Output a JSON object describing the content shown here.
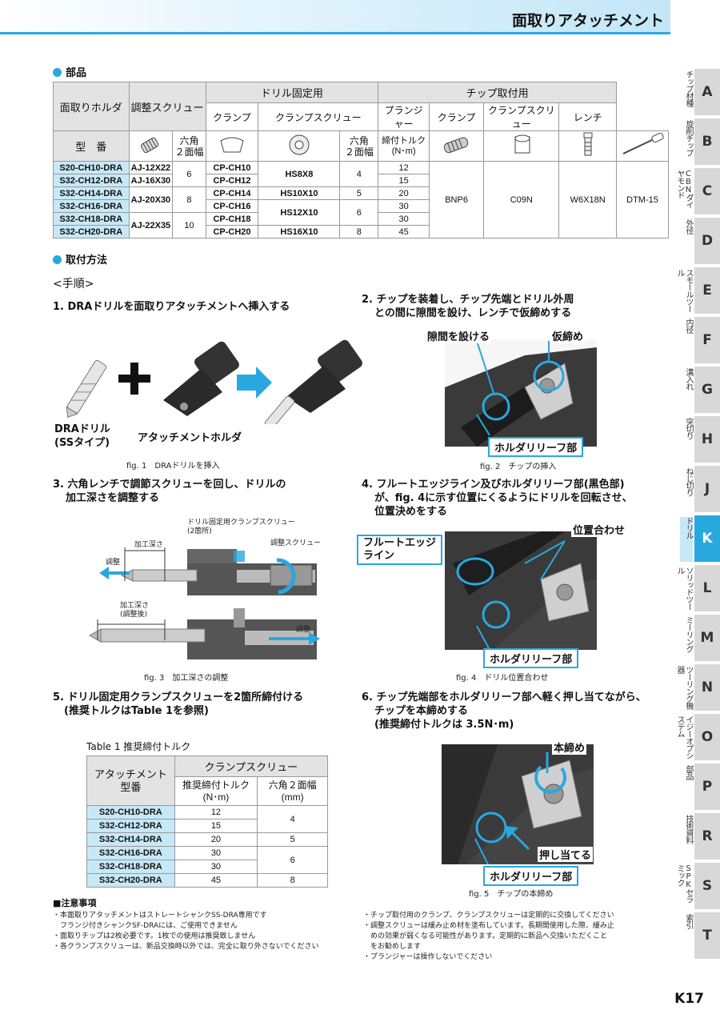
{
  "header": {
    "title": "面取りアタッチメント"
  },
  "side_tabs": [
    {
      "label": "チップ材種",
      "letter": "A"
    },
    {
      "label": "旋削チップ",
      "letter": "B"
    },
    {
      "label": "CBNダイヤモンド",
      "letter": "C"
    },
    {
      "label": "外径",
      "letter": "D"
    },
    {
      "label": "スモールツール",
      "letter": "E"
    },
    {
      "label": "内径",
      "letter": "F"
    },
    {
      "label": "溝入れ",
      "letter": "G"
    },
    {
      "label": "突切り",
      "letter": "H"
    },
    {
      "label": "ねじ切り",
      "letter": "J"
    },
    {
      "label": "ドリル",
      "letter": "K"
    },
    {
      "label": "ソリッドツール",
      "letter": "L"
    },
    {
      "label": "ミーリング",
      "letter": "M"
    },
    {
      "label": "ツーリング機器",
      "letter": "N"
    },
    {
      "label": "イジーオプシステム",
      "letter": "O"
    },
    {
      "label": "部品",
      "letter": "P"
    },
    {
      "label": "技術資料",
      "letter": "R"
    },
    {
      "label": "SPKセラミック",
      "letter": "S"
    },
    {
      "label": "索引",
      "letter": "T"
    }
  ],
  "parts": {
    "section_title": "部品",
    "h_holder": "面取りホルダ",
    "h_adjust": "調整スクリュー",
    "h_drill_fix": "ドリル固定用",
    "h_chip_fix": "チップ取付用",
    "h_clamp": "クランプ",
    "h_clamp_screw": "クランプスクリュー",
    "h_plunger": "プランジャー",
    "h_clamp2": "クランプ",
    "h_clamp_screw2": "クランプスクリュー",
    "h_wrench": "レンチ",
    "h_model": "型　番",
    "h_hex1": "六角",
    "h_hex1b": "２面幅",
    "h_hex2": "六角",
    "h_hex2b": "２面幅",
    "h_torque": "締付トルク",
    "h_torque_unit": "(N･m)",
    "rows": [
      {
        "model": "S20-CH10-DRA",
        "adjust": "AJ-12X22",
        "hex1": "6",
        "clamp": "CP-CH10",
        "screw": "HS8X8",
        "hex2": "4",
        "torque": "12"
      },
      {
        "model": "S32-CH12-DRA",
        "adjust": "AJ-16X30",
        "clamp": "CP-CH12",
        "torque": "15"
      },
      {
        "model": "S32-CH14-DRA",
        "adjust": "AJ-20X30",
        "hex1": "8",
        "clamp": "CP-CH14",
        "screw": "HS10X10",
        "hex2": "5",
        "torque": "20"
      },
      {
        "model": "S32-CH16-DRA",
        "clamp": "CP-CH16",
        "screw": "HS12X10",
        "hex2": "6",
        "torque": "30"
      },
      {
        "model": "S32-CH18-DRA",
        "adjust": "AJ-22X35",
        "hex1": "10",
        "clamp": "CP-CH18",
        "torque": "30"
      },
      {
        "model": "S32-CH20-DRA",
        "clamp": "CP-CH20",
        "screw": "HS16X10",
        "hex2": "8",
        "torque": "45"
      }
    ],
    "plunger": "BNP6",
    "chip_clamp": "C09N",
    "chip_screw": "W6X18N",
    "wrench": "DTM-15"
  },
  "mount": {
    "section_title": "取付方法",
    "procedure": "<手順>",
    "step1": "1. DRAドリルを面取りアタッチメントへ挿入する",
    "step1_label_drill_a": "DRAドリル",
    "step1_label_drill_b": "(SSタイプ)",
    "step1_label_holder": "アタッチメントホルダ",
    "fig1": "fig. 1　DRAドリルを挿入",
    "step2_a": "2. チップを装着し、チップ先端とドリル外周",
    "step2_b": "との間に隙間を設け、レンチで仮締めする",
    "fig2_gap": "隙間を設ける",
    "fig2_temp": "仮締め",
    "fig2_relief": "ホルダリリーフ部",
    "fig2": "fig. 2　チップの挿入",
    "step3_a": "3. 六角レンチで調節スクリューを回し、ドリルの",
    "step3_b": "加工深さを調整する",
    "fig3_screw_a": "ドリル固定用クランプスクリュー",
    "fig3_screw_b": "(2箇所)",
    "fig3_depth": "加工深さ",
    "fig3_adjust_screw": "調整スクリュー",
    "fig3_adjust": "調整",
    "fig3_depth_after_a": "加工深さ",
    "fig3_depth_after_b": "(調整後)",
    "fig3_adjust2": "調整",
    "fig3": "fig. 3　加工深さの調整",
    "step4_a": "4. フルートエッジライン及びホルダリリーフ部(黒色部)",
    "step4_b": "が、fig. 4に示す位置にくるようにドリルを回転させ、",
    "step4_c": "位置決めをする",
    "fig4_flute_a": "フルートエッジ",
    "fig4_flute_b": "ライン",
    "fig4_align": "位置合わせ",
    "fig4_relief": "ホルダリリーフ部",
    "fig4": "fig. 4　ドリル位置合わせ",
    "step5_a": "5. ドリル固定用クランプスクリューを2箇所締付ける",
    "step5_b": "(推奨トルクはTable 1を参照)",
    "step6_a": "6. チップ先端部をホルダリリーフ部へ軽く押し当てながら、",
    "step6_b": "チップを本締めする",
    "step6_c": "(推奨締付トルクは 3.5N･m)",
    "fig5_final": "本締め",
    "fig5_push": "押し当てる",
    "fig5_relief": "ホルダリリーフ部",
    "fig5": "fig. 5　チップの本締め"
  },
  "torque_table": {
    "caption": "Table 1 推奨締付トルク",
    "h_model_a": "アタッチメント",
    "h_model_b": "型番",
    "h_clamp_screw": "クランプスクリュー",
    "h_torque_a": "推奨締付トルク",
    "h_torque_b": "(N･m)",
    "h_hex_a": "六角２面幅",
    "h_hex_b": "(mm)",
    "rows": [
      {
        "model": "S20-CH10-DRA",
        "torque": "12",
        "hex": "4"
      },
      {
        "model": "S32-CH12-DRA",
        "torque": "15"
      },
      {
        "model": "S32-CH14-DRA",
        "torque": "20",
        "hex": "5"
      },
      {
        "model": "S32-CH16-DRA",
        "torque": "30",
        "hex": "6"
      },
      {
        "model": "S32-CH18-DRA",
        "torque": "30"
      },
      {
        "model": "S32-CH20-DRA",
        "torque": "45",
        "hex": "8"
      }
    ]
  },
  "notes": {
    "title": "■注意事項",
    "left": [
      "・本面取りアタッチメントはストレートシャンクSS-DRA専用です",
      "　フランジ付きシャンクSF-DRAには、ご使用できません",
      "・面取りチップは2枚必要です。1枚での使用は推奨致しません",
      "・各クランプスクリューは、新品交換時以外では、完全に取り外さないでください"
    ],
    "right": [
      "・チップ取付用のクランプ、クランプスクリューは定期的に交換してください",
      "・調整スクリューは緩み止め材を塗布しています。長期間使用した際、緩み止",
      "　めの効果が弱くなる可能性があります。定期的に新品へ交換いただくこと",
      "　をお勧めします",
      "・プランジャーは操作しないでください"
    ]
  },
  "page_number": "K17"
}
